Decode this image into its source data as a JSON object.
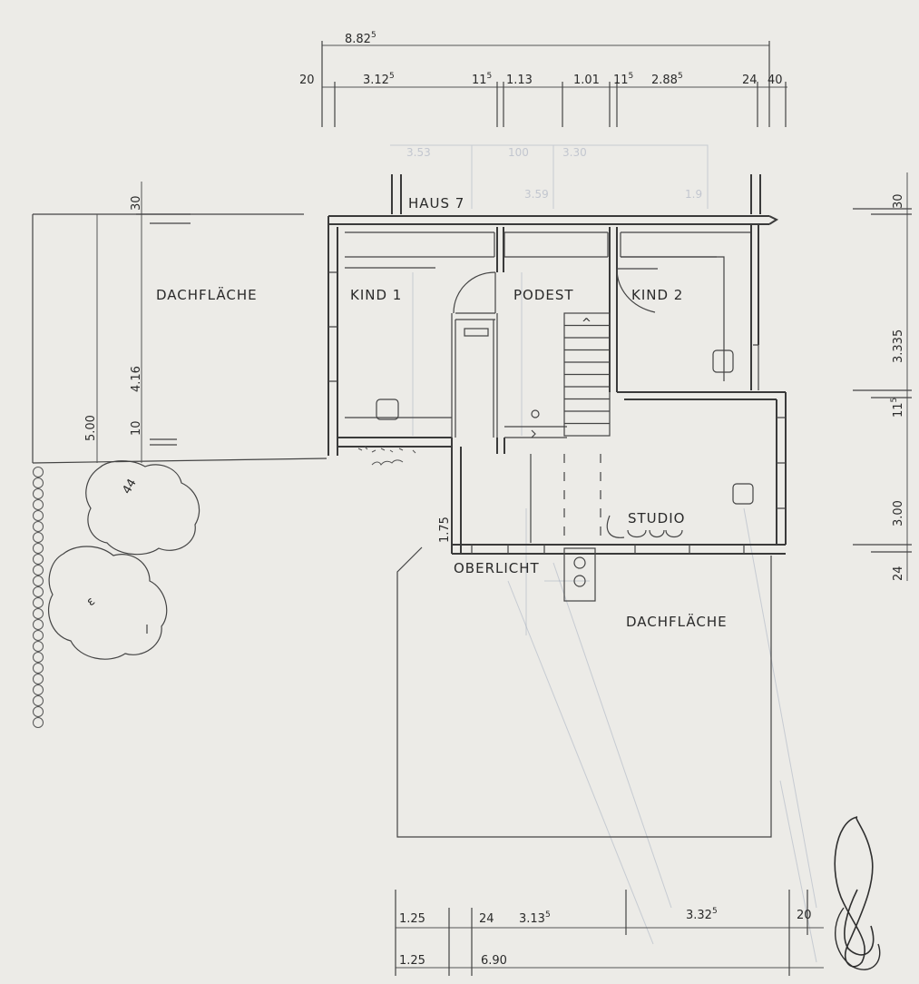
{
  "rooms": {
    "haus": "HAUS 7",
    "dachflaeche_left": "DACHFLÄCHE",
    "kind1": "KIND 1",
    "podest": "PODEST",
    "kind2": "KIND 2",
    "studio": "STUDIO",
    "oberlicht": "OBERLICHT",
    "dachflaeche_right": "DACHFLÄCHE"
  },
  "dimensions_top": {
    "overall": {
      "base": "8.82",
      "sup": "5"
    },
    "row": [
      {
        "base": "20",
        "sup": ""
      },
      {
        "base": "3.12",
        "sup": "5"
      },
      {
        "base": "11",
        "sup": "5"
      },
      {
        "base": "1.13",
        "sup": ""
      },
      {
        "base": "1.01",
        "sup": ""
      },
      {
        "base": "11",
        "sup": "5"
      },
      {
        "base": "2.88",
        "sup": "5"
      },
      {
        "base": "24",
        "sup": ""
      },
      {
        "base": "40",
        "sup": ""
      }
    ]
  },
  "dimensions_right": [
    {
      "base": "30",
      "sup": ""
    },
    {
      "base": "3.335",
      "sup": ""
    },
    {
      "base": "11",
      "sup": "5"
    },
    {
      "base": "3.00",
      "sup": ""
    },
    {
      "base": "24",
      "sup": ""
    }
  ],
  "dimensions_left": {
    "top": "30",
    "col_a": "5.00",
    "col_b_bottom": "10",
    "col_b": "4.16",
    "stairs": "1.75"
  },
  "dimensions_bottom": {
    "row1": [
      {
        "base": "1.25",
        "sup": ""
      },
      {
        "base": "24",
        "sup": ""
      },
      {
        "base": "3.13",
        "sup": "5"
      },
      {
        "base": "3.32",
        "sup": "5"
      },
      {
        "base": "20",
        "sup": ""
      }
    ],
    "row2": [
      {
        "base": "1.25",
        "sup": ""
      },
      {
        "base": "6.90",
        "sup": ""
      }
    ]
  },
  "tree_marks": [
    "44",
    "ɛ"
  ],
  "stair_arrow": "^"
}
